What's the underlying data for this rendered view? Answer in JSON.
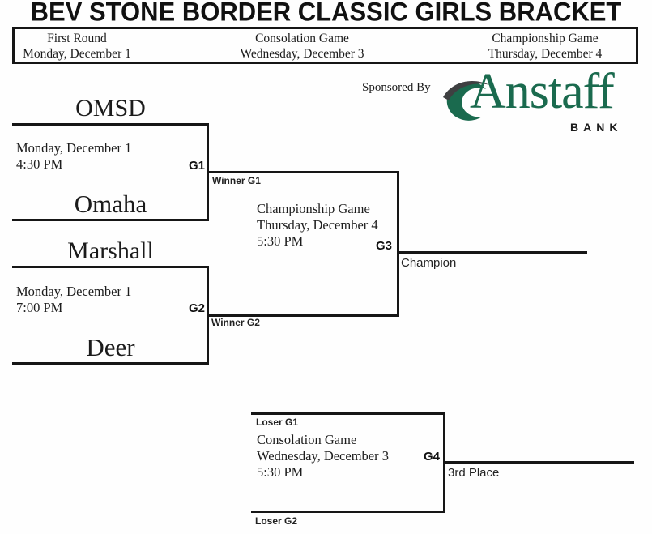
{
  "title": "BEV STONE BORDER CLASSIC GIRLS BRACKET",
  "header": {
    "columns": [
      {
        "line1": "First Round",
        "line2": "Monday, December 1"
      },
      {
        "line1": "Consolation Game",
        "line2": "Wednesday, December 3"
      },
      {
        "line1": "Championship Game",
        "line2": "Thursday, December 4"
      }
    ]
  },
  "sponsor": {
    "label": "Sponsored By",
    "name": "Anstaff",
    "subname": "BANK"
  },
  "colors": {
    "brand_green": "#1a6a4e",
    "swoosh_gray": "#3e3f41",
    "line_black": "#161616"
  },
  "bracket": {
    "game1": {
      "top_team": "OMSD",
      "bottom_team": "Omaha",
      "date": "Monday, December 1",
      "time": "4:30 PM",
      "label": "G1",
      "winner_label": "Winner G1"
    },
    "game2": {
      "top_team": "Marshall",
      "bottom_team": "Deer",
      "date": "Monday, December 1",
      "time": "7:00 PM",
      "label": "G2",
      "winner_label": "Winner G2"
    },
    "game3": {
      "title": "Championship Game",
      "date": "Thursday, December 4",
      "time": "5:30 PM",
      "label": "G3",
      "result_label": "Champion"
    },
    "game4": {
      "top_feed": "Loser G1",
      "title": "Consolation Game",
      "date": "Wednesday, December 3",
      "time": "5:30 PM",
      "label": "G4",
      "result_label": "3rd Place",
      "bottom_feed": "Loser G2"
    }
  }
}
